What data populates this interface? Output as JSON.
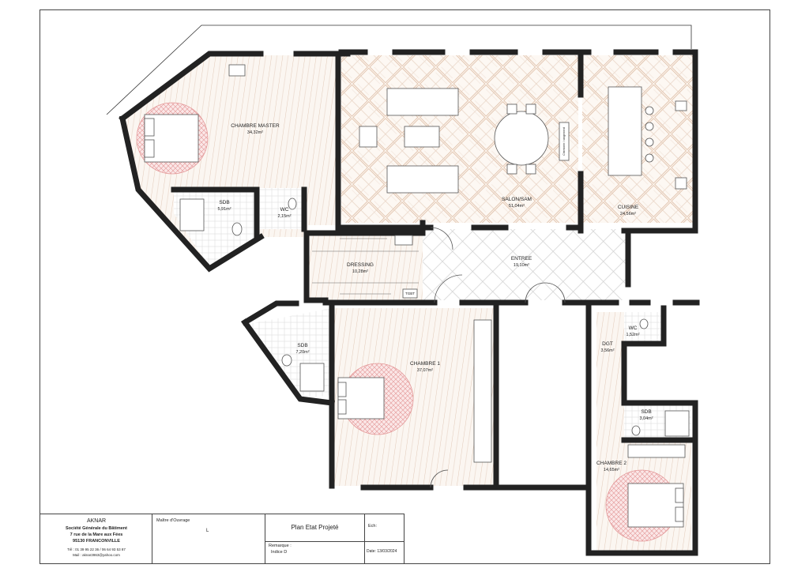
{
  "rooms": [
    {
      "id": "chambre-master",
      "name": "CHAMBRE MASTER",
      "area": "34,32m²"
    },
    {
      "id": "sdb-master",
      "name": "SDB",
      "area": "5,91m²"
    },
    {
      "id": "wc-master",
      "name": "WC",
      "area": "2,15m²"
    },
    {
      "id": "salon",
      "name": "SALON/SAM",
      "area": "51,04m²"
    },
    {
      "id": "cuisine",
      "name": "CUISINE",
      "area": "24,56m²"
    },
    {
      "id": "dressing",
      "name": "DRESSING",
      "area": "10,28m²"
    },
    {
      "id": "entree",
      "name": "ENTREE",
      "area": "19,10m²"
    },
    {
      "id": "sdb-1",
      "name": "SDB",
      "area": "7,20m²"
    },
    {
      "id": "chambre-1",
      "name": "CHAMBRE 1",
      "area": "37,07m²"
    },
    {
      "id": "wc-2",
      "name": "WC",
      "area": "1,52m²"
    },
    {
      "id": "dgt",
      "name": "DGT",
      "area": "3,56m²"
    },
    {
      "id": "sdb-2",
      "name": "SDB",
      "area": "3,04m²"
    },
    {
      "id": "chambre-2",
      "name": "CHAMBRE 2",
      "area": "14,65m²"
    }
  ],
  "fixtures": {
    "tgbt": "TGBT",
    "storage": "Cheminée / rangement"
  },
  "title_block": {
    "company": "AKNAR",
    "company_desc": "Société Générale du Bâtiment",
    "address1": "7 rue de la Mare aux Fées",
    "address2": "95130 FRANCONVILLE",
    "phone": "Tél : 01 39 95 22 36 / 06 64 93 53 87",
    "email": "Mail : aknar2863@yahoo.com",
    "maitre_label": "Maître d'Ouvrage",
    "maitre_value": "L",
    "plan_title": "Plan Etat Projeté",
    "ech_label": "Ech:",
    "remarque_label": "Remarque :",
    "indice": "Indice D",
    "date": "Date: 13/03/2024"
  }
}
